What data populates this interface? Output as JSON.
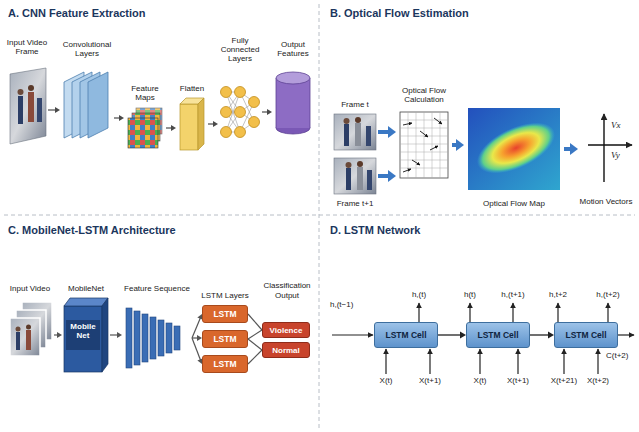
{
  "diagram": {
    "nodes": [
      {
        "text": [
          "Input Video Frame"
        ]
      },
      {
        "text": [
          "Convolutional Layers"
        ]
      },
      {
        "text": [
          "Feature Maps"
        ]
      },
      {
        "text": [
          "Flatten"
        ]
      },
      {
        "text": [
          "Fully Connected Layers"
        ]
      },
      {
        "text": [
          "Output Features"
        ]
      },
      {
        "text": [
          "Frame t"
        ]
      },
      {
        "text": [
          "Frame t+1"
        ]
      },
      {
        "text": [
          "Optical Flow Calculation"
        ]
      },
      {
        "text": [
          "Optical Flow Map"
        ]
      },
      {
        "text": [
          "Motion Vectors"
        ]
      },
      {
        "text": [
          "Input Video"
        ]
      },
      {
        "text": [
          "MobileNet",
          "Mobile Net"
        ]
      },
      {
        "text": [
          "Feature Sequence"
        ]
      },
      {
        "text": [
          "LSTM"
        ]
      },
      {
        "text": [
          "LSTM"
        ]
      },
      {
        "text": [
          "LSTM"
        ]
      },
      {
        "text": [
          "Violence"
        ]
      },
      {
        "text": [
          "Normal"
        ]
      },
      {
        "text": [
          "LSTM Cell"
        ]
      },
      {
        "text": [
          "LSTM Cell"
        ]
      },
      {
        "text": [
          "LSTM Cell"
        ]
      }
    ],
    "edges": [
      {
        "from": 0,
        "to": 1,
        "arrow": "to"
      },
      {
        "from": 1,
        "to": 2,
        "arrow": "to"
      },
      {
        "from": 2,
        "to": 3,
        "arrow": "to"
      },
      {
        "from": 3,
        "to": 4,
        "arrow": "to"
      },
      {
        "from": 4,
        "to": 5,
        "arrow": "to"
      },
      {
        "from": 6,
        "to": 8,
        "arrow": "to"
      },
      {
        "from": 7,
        "to": 8,
        "arrow": "to"
      },
      {
        "from": 8,
        "to": 9,
        "arrow": "to"
      },
      {
        "from": 9,
        "to": 10,
        "arrow": "to"
      },
      {
        "from": 11,
        "to": 12,
        "arrow": "to"
      },
      {
        "from": 12,
        "to": 13,
        "arrow": "to"
      },
      {
        "from": 13,
        "to": 14,
        "arrow": "to"
      },
      {
        "from": 13,
        "to": 15,
        "arrow": "to"
      },
      {
        "from": 13,
        "to": 16,
        "arrow": "to"
      },
      {
        "from": 14,
        "to": 17,
        "arrow": "none"
      },
      {
        "from": 15,
        "to": 17,
        "arrow": "none"
      },
      {
        "from": 15,
        "to": 18,
        "arrow": "none"
      },
      {
        "from": 16,
        "to": 18,
        "arrow": "none"
      },
      {
        "from": 19,
        "to": 20,
        "arrow": "to"
      },
      {
        "from": 20,
        "to": 21,
        "arrow": "to"
      }
    ],
    "labels": [
      "A. CNN Feature Extraction",
      "B. Optical Flow Estimation",
      "C. MobileNet-LSTM Architecture",
      "D. LSTM Network",
      "Vx",
      "Vy",
      "LSTM Layers",
      "Classification Output",
      "h,(t−1)",
      "h,(t)",
      "X(t)",
      "X(t+1)",
      "h(t)",
      "h,(t+1)",
      "X(t)",
      "X(t+1)",
      "h,t+2",
      "h,(t+2)",
      "C(t+2)",
      "X(t+21)",
      "X(t+2)"
    ]
  }
}
